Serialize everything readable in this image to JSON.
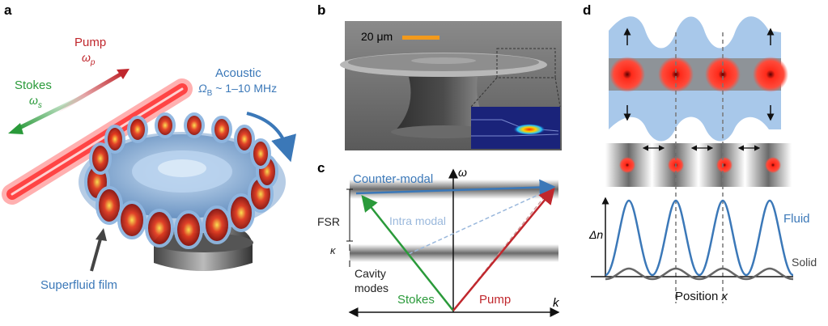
{
  "panel_a": {
    "letter": "a",
    "pump_label": "Pump",
    "pump_symbol": "ω",
    "pump_sub": "p",
    "stokes_label": "Stokes",
    "stokes_symbol": "ω",
    "stokes_sub": "s",
    "acoustic_label": "Acoustic",
    "acoustic_symbol": "Ω",
    "acoustic_sub": "B",
    "acoustic_range": "~ 1–10 MHz",
    "film_label": "Superfluid film"
  },
  "panel_b": {
    "letter": "b",
    "scalebar_label": "20 μm"
  },
  "panel_c": {
    "letter": "c",
    "omega_axis": "ω",
    "k_axis": "k",
    "counter_modal": "Counter-modal",
    "intra_modal": "Intra modal",
    "fsr": "FSR",
    "kappa": "κ",
    "cavity_modes_line1": "Cavity",
    "cavity_modes_line2": "modes",
    "stokes": "Stokes",
    "pump": "Pump"
  },
  "panel_d": {
    "letter": "d",
    "delta_n": "Δn",
    "fluid": "Fluid",
    "solid": "Solid",
    "position": "Position",
    "position_var": "x"
  },
  "colors": {
    "pump_red": "#c0272d",
    "stokes_green": "#2a9a3a",
    "acoustic_blue": "#3b78b8",
    "fluid_light_blue": "#a8c8ea"
  }
}
